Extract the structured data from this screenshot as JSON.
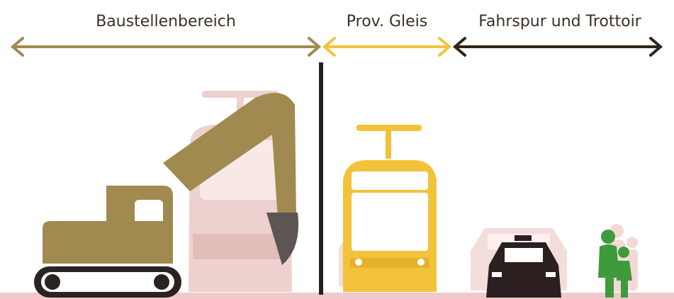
{
  "zones": {
    "construction": {
      "label": "Baustellenbereich",
      "color": "#a08a4f"
    },
    "provisional_track": {
      "label": "Prov. Gleis",
      "color": "#f2c33a"
    },
    "lane_sidewalk": {
      "label": "Fahrspur und Trottoir",
      "color": "#2e2418"
    }
  },
  "colors": {
    "excavator": "#a08a4f",
    "faded_tram": "#e8c2bf",
    "active_tram": "#f2c33a",
    "car": "#2b1f20",
    "pedestrians": "#3f9a3b",
    "faded_pedestrians": "#efc9c4",
    "divider": "#222222",
    "ground": "#f0caca"
  }
}
